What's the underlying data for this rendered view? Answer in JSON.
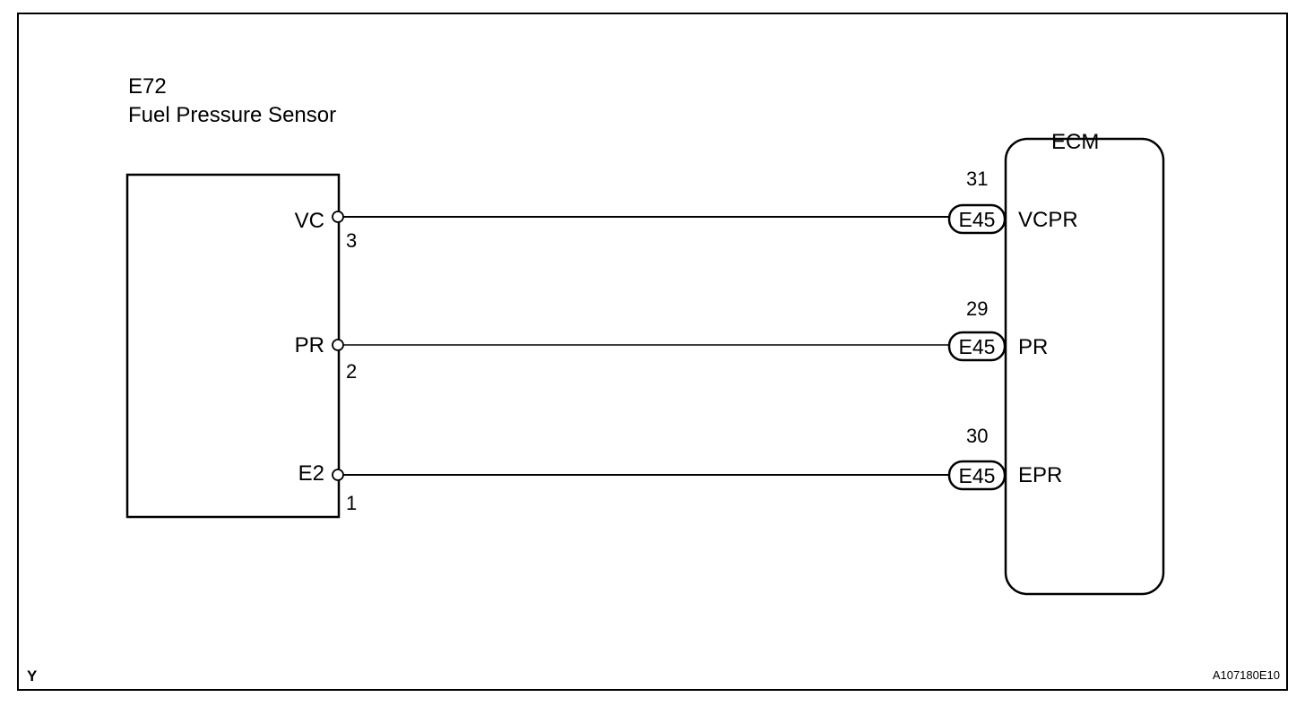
{
  "sensor": {
    "code": "E72",
    "name": "Fuel Pressure Sensor"
  },
  "ecm": {
    "name": "ECM"
  },
  "circuits": [
    {
      "sensor_terminal": "VC",
      "sensor_pin": "3",
      "connector": "E45",
      "ecm_pin": "31",
      "ecm_terminal": "VCPR"
    },
    {
      "sensor_terminal": "PR",
      "sensor_pin": "2",
      "connector": "E45",
      "ecm_pin": "29",
      "ecm_terminal": "PR"
    },
    {
      "sensor_terminal": "E2",
      "sensor_pin": "1",
      "connector": "E45",
      "ecm_pin": "30",
      "ecm_terminal": "EPR"
    }
  ],
  "corner_label": "Y",
  "figure_code": "A107180E10",
  "colors": {
    "line": "#000000",
    "background": "#ffffff"
  }
}
